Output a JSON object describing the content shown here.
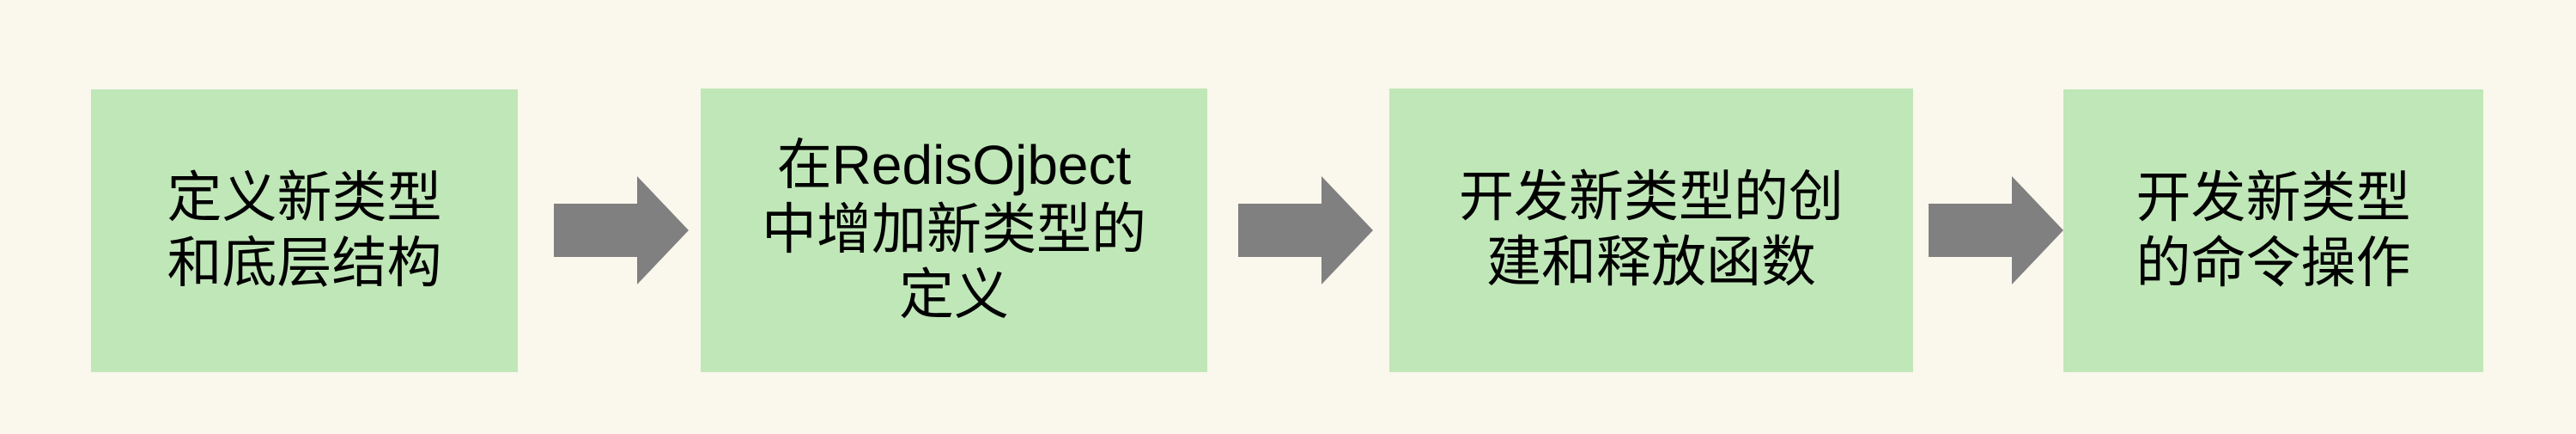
{
  "diagram": {
    "type": "horizontal-process-flow",
    "background_color": "#faf7ec",
    "box_color": "#c0e7b8",
    "arrow_color": "#808080",
    "text_color": "#000000",
    "steps": [
      {
        "id": "step-1",
        "text": "定义新类型\n和底层结构"
      },
      {
        "id": "step-2",
        "text": "在RedisOjbect\n中增加新类型的\n定义"
      },
      {
        "id": "step-3",
        "text": "开发新类型的创\n建和释放函数"
      },
      {
        "id": "step-4",
        "text": "开发新类型\n的命令操作"
      }
    ],
    "connectors": [
      {
        "id": "arrow-1",
        "icon": "right-arrow-icon",
        "from": "step-1",
        "to": "step-2"
      },
      {
        "id": "arrow-2",
        "icon": "right-arrow-icon",
        "from": "step-2",
        "to": "step-3"
      },
      {
        "id": "arrow-3",
        "icon": "right-arrow-icon",
        "from": "step-3",
        "to": "step-4"
      }
    ]
  }
}
